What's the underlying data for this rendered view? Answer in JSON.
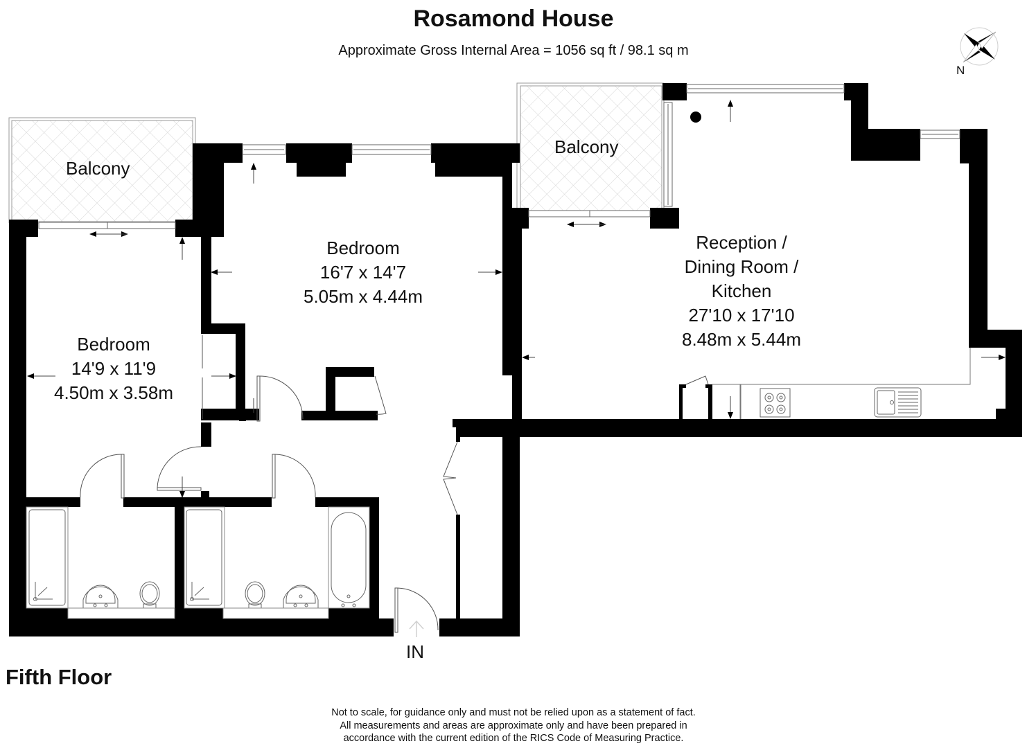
{
  "header": {
    "title": "Rosamond House",
    "subtitle": "Approximate Gross Internal Area = 1056 sq ft / 98.1 sq m"
  },
  "compass": {
    "icon": "compass-rose-icon",
    "label": "N"
  },
  "rooms": {
    "balcony_left": {
      "label": "Balcony"
    },
    "balcony_right": {
      "label": "Balcony"
    },
    "bedroom_1": {
      "name": "Bedroom",
      "imperial": "14'9 x 11'9",
      "metric": "4.50m x 3.58m"
    },
    "bedroom_2": {
      "name": "Bedroom",
      "imperial": "16'7 x 14'7",
      "metric": "5.05m x 4.44m"
    },
    "reception": {
      "name_line1": "Reception /",
      "name_line2": "Dining Room /",
      "name_line3": "Kitchen",
      "imperial": "27'10 x 17'10",
      "metric": "8.48m x 5.44m"
    }
  },
  "entrance": {
    "label": "IN"
  },
  "floor": {
    "label": "Fifth Floor"
  },
  "disclaimer": {
    "line1": "Not to scale, for guidance only and must not be relied upon as a statement of fact.",
    "line2": "All measurements and areas are approximate only and have been prepared in",
    "line3": "accordance with the current edition of the RICS Code of Measuring Practice."
  },
  "colors": {
    "wall": "#000000",
    "fixture_line": "#555555",
    "balcony_hatch": "#d6d6d6",
    "background": "#ffffff"
  }
}
